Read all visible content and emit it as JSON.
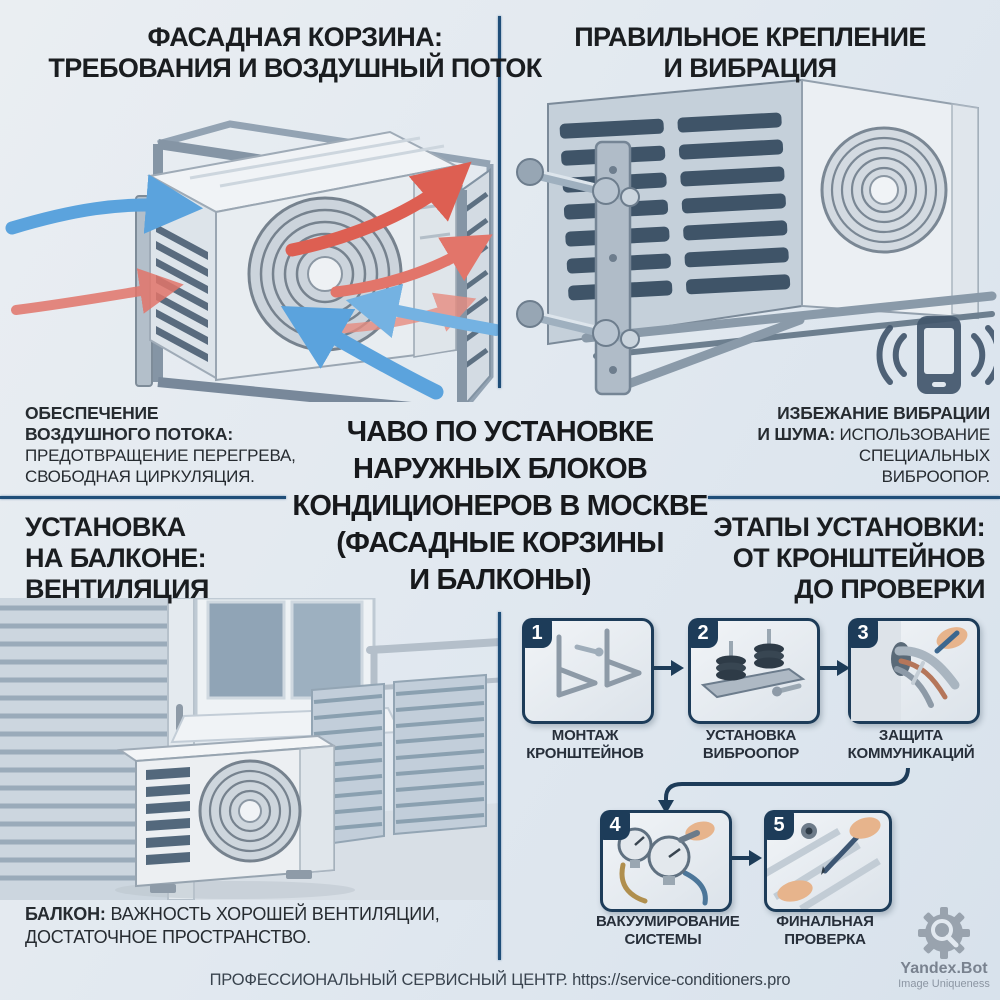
{
  "colors": {
    "background": "#e2e9f0",
    "divider": "#1f4e79",
    "step_frame": "#1d3c59",
    "step_badge": "#1d3c59",
    "arrow_hot": "#dd5f52",
    "arrow_cold": "#5ba3dd",
    "title_text": "#1a1d20",
    "caption_text": "#262b30",
    "footer_text": "#39434e",
    "watermark_text": "#79828f"
  },
  "top_left": {
    "title_lines": [
      "ФАСАДНАЯ КОРЗИНА:",
      "ТРЕБОВАНИЯ И ВОЗДУШНЫЙ ПОТОК"
    ],
    "caption_bold_lines": [
      "ОБЕСПЕЧЕНИЕ",
      "ВОЗДУШНОГО ПОТОКА:"
    ],
    "caption_lines": [
      "ПРЕДОТВРАЩЕНИЕ ПЕРЕГРЕВА,",
      "СВОБОДНАЯ ЦИРКУЛЯЦИЯ."
    ]
  },
  "top_right": {
    "title_lines": [
      "ПРАВИЛЬНОЕ КРЕПЛЕНИЕ",
      "И ВИБРАЦИЯ"
    ],
    "caption_line1": "ИЗБЕЖАНИЕ ВИБРАЦИИ",
    "caption_line2_bold": "И ШУМА:",
    "caption_line2_rest": " ИСПОЛЬЗОВАНИЕ",
    "caption_line3": "СПЕЦИАЛЬНЫХ",
    "caption_line4": "ВИБРООПОР."
  },
  "center": {
    "title_lines": [
      "ЧАВО ПО УСТАНОВКЕ",
      "НАРУЖНЫХ БЛОКОВ",
      "КОНДИЦИОНЕРОВ В МОСКВЕ",
      "(ФАСАДНЫЕ КОРЗИНЫ",
      "И БАЛКОНЫ)"
    ]
  },
  "bottom_left": {
    "title_lines": [
      "УСТАНОВКА",
      "НА БАЛКОНЕ:",
      "ВЕНТИЛЯЦИЯ"
    ],
    "caption_bold": "БАЛКОН:",
    "caption_rest": " ВАЖНОСТЬ ХОРОШЕЙ ВЕНТИЛЯЦИИ,",
    "caption_line2": "ДОСТАТОЧНОЕ ПРОСТРАНСТВО."
  },
  "bottom_right": {
    "title_lines": [
      "ЭТАПЫ УСТАНОВКИ:",
      "ОТ КРОНШТЕЙНОВ",
      "ДО ПРОВЕРКИ"
    ],
    "steps": [
      {
        "num": "1",
        "label_line1": "МОНТАЖ",
        "label_line2": "КРОНШТЕЙНОВ"
      },
      {
        "num": "2",
        "label_line1": "УСТАНОВКА",
        "label_line2": "ВИБРООПОР"
      },
      {
        "num": "3",
        "label_line1": "ЗАЩИТА",
        "label_line2": "КОММУНИКАЦИЙ"
      },
      {
        "num": "4",
        "label_line1": "ВАКУУМИРОВАНИЕ",
        "label_line2": "СИСТЕМЫ"
      },
      {
        "num": "5",
        "label_line1": "ФИНАЛЬНАЯ",
        "label_line2": "ПРОВЕРКА"
      }
    ]
  },
  "footer": {
    "text": "ПРОФЕССИОНАЛЬНЫЙ СЕРВИСНЫЙ ЦЕНТР. https://service-conditioners.pro"
  },
  "watermark": {
    "name": "Yandex.Bot",
    "subtitle": "Image Uniqueness"
  }
}
